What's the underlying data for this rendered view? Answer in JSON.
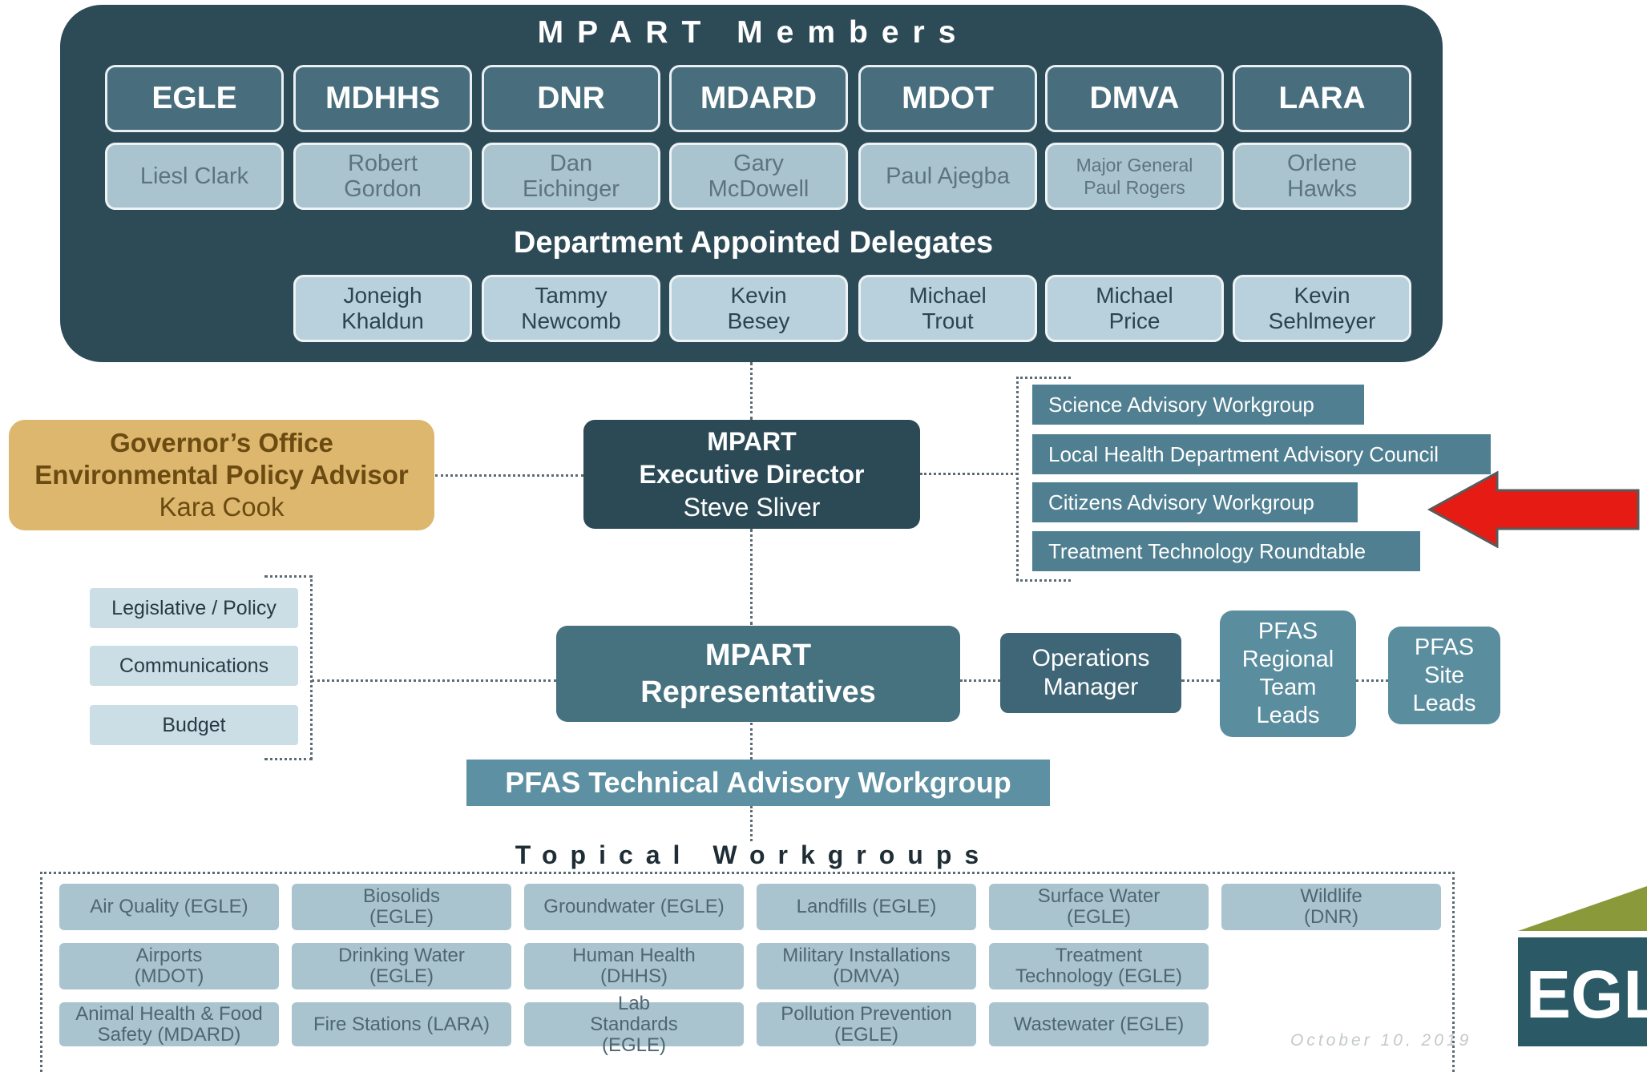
{
  "members_panel": {
    "title": "MPART Members",
    "departments": [
      {
        "dept": "EGLE",
        "person": "Liesl Clark"
      },
      {
        "dept": "MDHHS",
        "person": "Robert Gordon"
      },
      {
        "dept": "DNR",
        "person": "Dan Eichinger"
      },
      {
        "dept": "MDARD",
        "person": "Gary McDowell"
      },
      {
        "dept": "MDOT",
        "person": "Paul Ajegba"
      },
      {
        "dept": "DMVA",
        "person": "Major General Paul Rogers"
      },
      {
        "dept": "LARA",
        "person": "Orlene Hawks"
      }
    ],
    "delegates_title": "Department Appointed Delegates",
    "delegates": [
      "Joneigh Khaldun",
      "Tammy Newcomb",
      "Kevin Besey",
      "Michael Trout",
      "Michael Price",
      "Kevin Sehlmeyer"
    ]
  },
  "governor": {
    "line1": "Governor’s Office",
    "line2": "Environmental Policy Advisor",
    "name": "Kara Cook"
  },
  "executive": {
    "line1": "MPART",
    "line2": "Executive Director",
    "name": "Steve Sliver"
  },
  "advisory_groups": [
    "Science Advisory Workgroup",
    "Local Health Department Advisory Council",
    "Citizens Advisory Workgroup",
    "Treatment Technology Roundtable"
  ],
  "support_boxes": [
    "Legislative / Policy",
    "Communications",
    "Budget"
  ],
  "representatives": {
    "line1": "MPART",
    "line2": "Representatives"
  },
  "operations": {
    "line1": "Operations",
    "line2": "Manager"
  },
  "pfas_regional": "PFAS Regional Team Leads",
  "pfas_site": "PFAS Site Leads",
  "technical_workgroup": "PFAS Technical Advisory Workgroup",
  "topical_title": "Topical Workgroups",
  "workgroups": [
    "Air Quality (EGLE)",
    "Biosolids (EGLE)",
    "Groundwater (EGLE)",
    "Landfills (EGLE)",
    "Surface Water (EGLE)",
    "Wildlife (DNR)",
    "Airports (MDOT)",
    "Drinking Water (EGLE)",
    "Human Health (DHHS)",
    "Military Installations (DMVA)",
    "Treatment Technology (EGLE)",
    "Animal Health & Food Safety (MDARD)",
    "Fire Stations (LARA)",
    "Lab Standards (EGLE)",
    "Pollution Prevention (EGLE)",
    "Wastewater (EGLE)"
  ],
  "date_text": "October 10, 2019",
  "logo_text": "EGL",
  "colors": {
    "panel": "#2d4b57",
    "gold": "#dcb76d",
    "arrow": "#e51b14",
    "logo_green": "#8a9a3a",
    "logo_teal": "#2b5a66"
  }
}
